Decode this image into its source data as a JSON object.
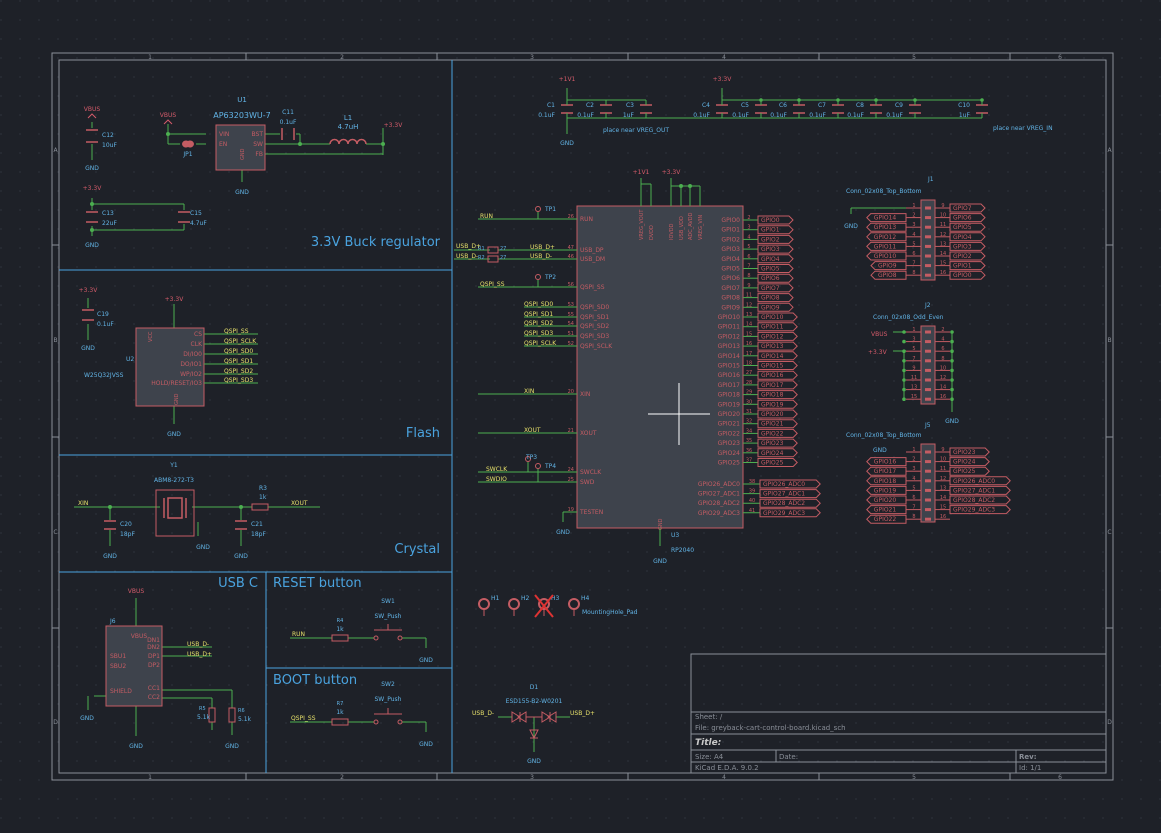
{
  "colors": {
    "bg": "#1e2128",
    "frame": "#8a8f98",
    "section": "#4aa3df",
    "wire": "#4caf50",
    "symbol": "#c45c63",
    "symbol_fill": "#3e434c",
    "pin_text": "#c45c63",
    "label": "#e6e06a",
    "ref": "#62b4e6",
    "power": "#d45b6a",
    "junction": "#4caf50"
  },
  "frame": {
    "col_labels": [
      "1",
      "2",
      "3",
      "4",
      "5",
      "6"
    ],
    "row_labels": [
      "A",
      "B",
      "C",
      "D"
    ]
  },
  "sections": {
    "buck": "3.3V Buck regulator",
    "flash": "Flash",
    "crystal": "Crystal",
    "usbc": "USB C",
    "reset": "RESET button",
    "boot": "BOOT button"
  },
  "buck": {
    "vbus": "VBUS",
    "vbus2": "VBUS",
    "out": "+3.3V",
    "p33": "+3.3V",
    "u1_ref": "U1",
    "u1_val": "AP63203WU-7",
    "pins": [
      "VIN",
      "EN",
      "BST",
      "SW",
      "FB",
      "GND"
    ],
    "c11": "C11",
    "c11v": "0.1uF",
    "l1": "L1",
    "l1v": "4.7uH",
    "c12": "C12",
    "c12v": "10uF",
    "c13": "C13",
    "c13v": "22uF",
    "c15": "C15",
    "c15v": "4.7uF",
    "jp1": "JP1",
    "gnd": "GND"
  },
  "flash": {
    "p33": "+3.3V",
    "p33b": "+3.3V",
    "c19": "C19",
    "c19v": "0.1uF",
    "u2_ref": "U2",
    "u2_val": "W25Q32JVSS",
    "pins_left": [
      "VCC"
    ],
    "pins_right": [
      "CS",
      "CLK",
      "DI/IO0",
      "DO/IO1",
      "WP/IO2",
      "HOLD/RESET/IO3"
    ],
    "nets": [
      "QSPI_SS",
      "QSPI_SCLK",
      "QSPI_SD0",
      "QSPI_SD1",
      "QSPI_SD2",
      "QSPI_SD3"
    ],
    "gnd": "GND"
  },
  "crystal": {
    "y1_ref": "Y1",
    "y1_val": "ABM8-272-T3",
    "xin": "XIN",
    "xout": "XOUT",
    "r3": "R3",
    "r3v": "1k",
    "c20": "C20",
    "c20v": "18pF",
    "c21": "C21",
    "c21v": "18pF",
    "gnd": "GND"
  },
  "usbc": {
    "vbus": "VBUS",
    "j6": "J6",
    "pins": [
      "VBUS",
      "SBU1",
      "SBU2",
      "DN1",
      "DN2",
      "DP1",
      "DP2",
      "CC1",
      "CC2",
      "SHIELD",
      "GND"
    ],
    "dm": "USB_D-",
    "dp": "USB_D+",
    "r5": "R5",
    "r5v": "5.1k",
    "r6": "R6",
    "r6v": "5.1k",
    "gnd": "GND"
  },
  "reset": {
    "sw": "SW1",
    "swv": "SW_Push",
    "r": "R4",
    "rv": "1k",
    "net": "RUN",
    "gnd": "GND"
  },
  "boot": {
    "sw": "SW2",
    "swv": "SW_Push",
    "r": "R7",
    "rv": "1k",
    "net": "QSPI_SS",
    "gnd": "GND"
  },
  "decoupling": {
    "p1v1": "+1V1",
    "p33": "+3.3V",
    "caps1": [
      [
        "C1",
        "0.1uF"
      ],
      [
        "C2",
        "0.1uF"
      ],
      [
        "C3",
        "1uF"
      ]
    ],
    "caps2": [
      [
        "C4",
        "0.1uF"
      ],
      [
        "C5",
        "0.1uF"
      ],
      [
        "C6",
        "0.1uF"
      ],
      [
        "C7",
        "0.1uF"
      ],
      [
        "C8",
        "0.1uF"
      ],
      [
        "C9",
        "0.1uF"
      ],
      [
        "C10",
        "1uF"
      ]
    ],
    "note1": "place near VREG_OUT",
    "note2": "place near VREG_IN",
    "gnd": "GND"
  },
  "rp2040": {
    "ref": "U3",
    "val": "RP2040",
    "top_pins": [
      "VREG_VOUT",
      "DVDD",
      "IOVDD",
      "USB_VDD",
      "ADC_AVDD",
      "VREG_VIN"
    ],
    "p1v1": "+1V1",
    "p33": "+3.3V",
    "left": [
      {
        "pin": "RUN",
        "num": "26",
        "net": "RUN"
      },
      {
        "pin": "USB_DP",
        "num": "47",
        "net": "USB_D+"
      },
      {
        "pin": "USB_DM",
        "num": "46",
        "net": "USB_D-"
      },
      {
        "pin": "QSPI_SS",
        "num": "56",
        "net": "QSPI_SS"
      },
      {
        "pin": "QSPI_SD0",
        "num": "53",
        "net": "QSPI_SD0"
      },
      {
        "pin": "QSPI_SD1",
        "num": "55",
        "net": "QSPI_SD1"
      },
      {
        "pin": "QSPI_SD2",
        "num": "54",
        "net": "QSPI_SD2"
      },
      {
        "pin": "QSPI_SD3",
        "num": "51",
        "net": "QSPI_SD3"
      },
      {
        "pin": "QSPI_SCLK",
        "num": "52",
        "net": "QSPI_SCLK"
      },
      {
        "pin": "XIN",
        "num": "20",
        "net": "XIN"
      },
      {
        "pin": "XOUT",
        "num": "21",
        "net": "XOUT"
      },
      {
        "pin": "SWCLK",
        "num": "24",
        "net": "SWCLK"
      },
      {
        "pin": "SWD",
        "num": "25",
        "net": "SWDIO"
      },
      {
        "pin": "TESTEN",
        "num": "19",
        "net": ""
      }
    ],
    "usb_ext": [
      "USB_D+",
      "USB_D-"
    ],
    "r1": "R1",
    "r2": "R2",
    "r1v": "27",
    "r2v": "27",
    "tps": [
      "TP1",
      "TP2",
      "TP3",
      "TP4"
    ],
    "right": [
      "GPIO0",
      "GPIO1",
      "GPIO2",
      "GPIO3",
      "GPIO4",
      "GPIO5",
      "GPIO6",
      "GPIO7",
      "GPIO8",
      "GPIO9",
      "GPIO10",
      "GPIO11",
      "GPIO12",
      "GPIO13",
      "GPIO14",
      "GPIO15",
      "GPIO16",
      "GPIO17",
      "GPIO18",
      "GPIO19",
      "GPIO20",
      "GPIO21",
      "GPIO22",
      "GPIO23",
      "GPIO24",
      "GPIO25"
    ],
    "right_nums": [
      "2",
      "3",
      "4",
      "5",
      "6",
      "7",
      "8",
      "9",
      "11",
      "12",
      "13",
      "14",
      "15",
      "16",
      "17",
      "18",
      "27",
      "28",
      "29",
      "30",
      "31",
      "32",
      "34",
      "35",
      "36",
      "37"
    ],
    "adc": [
      "GPIO26_ADC0",
      "GPIO27_ADC1",
      "GPIO28_ADC2",
      "GPIO29_ADC3"
    ],
    "adc_nums": [
      "38",
      "39",
      "40",
      "41"
    ],
    "gnd_pin": "GND",
    "gnd": "GND",
    "gnd2": "GND"
  },
  "j1": {
    "ref": "J1",
    "val": "Conn_02x08_Top_Bottom",
    "gnd": "GND",
    "left": [
      "GPIO14",
      "GPIO13",
      "GPIO12",
      "GPIO11",
      "GPIO10",
      "GPIO9",
      "GPIO8"
    ],
    "right": [
      "GPIO7",
      "GPIO6",
      "GPIO5",
      "GPIO4",
      "GPIO3",
      "GPIO2",
      "GPIO1",
      "GPIO0"
    ]
  },
  "j2": {
    "ref": "J2",
    "val": "Conn_02x08_Odd_Even",
    "vbus": "VBUS",
    "p33": "+3.3V",
    "gnd": "GND"
  },
  "j5": {
    "ref": "J5",
    "val": "Conn_02x08_Top_Bottom",
    "gnd": "GND",
    "left": [
      "GPIO16",
      "GPIO17",
      "GPIO18",
      "GPIO19",
      "GPIO20",
      "GPIO21",
      "GPIO22"
    ],
    "right": [
      "GPIO23",
      "GPIO24",
      "GPIO25",
      "GPIO26_ADC0",
      "GPIO27_ADC1",
      "GPIO28_ADC2",
      "GPIO29_ADC3"
    ]
  },
  "holes": {
    "refs": [
      "H1",
      "H2",
      "H3",
      "H4"
    ],
    "val": "MountingHole_Pad"
  },
  "esd": {
    "ref": "D1",
    "val": "ESD155-B2-W0201",
    "dm": "USB_D-",
    "dp": "USB_D+",
    "gnd": "GND"
  },
  "title_block": {
    "sheet": "Sheet: /",
    "file": "File: greyback-cart-control-board.kicad_sch",
    "title": "Title:",
    "size": "Size: A4",
    "date": "Date:",
    "rev": "Rev:",
    "kicad": "KiCad E.D.A. 9.0.2",
    "id": "Id: 1/1"
  }
}
